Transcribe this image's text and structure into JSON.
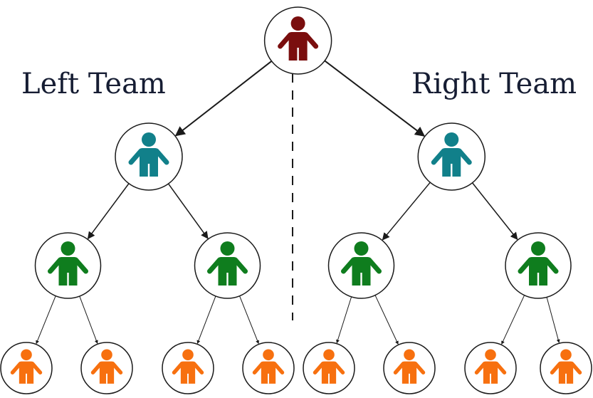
{
  "labels": {
    "left_team": "Left Team",
    "right_team": "Right Team"
  },
  "colors": {
    "leader": "#7a0e0e",
    "level2": "#11808a",
    "level3": "#0f7d1e",
    "level4": "#f7700f",
    "line": "#1a1a1a",
    "circle_stroke": "#1a1a1a",
    "label_text": "#161d33"
  },
  "icons": {
    "member": "person-icon"
  },
  "tree": {
    "name": "leader",
    "level": "leader",
    "children": [
      {
        "name": "left-team-lead",
        "level": "level2",
        "children": [
          {
            "name": "left-sub-lead-1",
            "level": "level3",
            "children": [
              {
                "name": "left-member-1",
                "level": "level4"
              },
              {
                "name": "left-member-2",
                "level": "level4"
              }
            ]
          },
          {
            "name": "left-sub-lead-2",
            "level": "level3",
            "children": [
              {
                "name": "left-member-3",
                "level": "level4"
              },
              {
                "name": "left-member-4",
                "level": "level4"
              }
            ]
          }
        ]
      },
      {
        "name": "right-team-lead",
        "level": "level2",
        "children": [
          {
            "name": "right-sub-lead-1",
            "level": "level3",
            "children": [
              {
                "name": "right-member-1",
                "level": "level4"
              },
              {
                "name": "right-member-2",
                "level": "level4"
              }
            ]
          },
          {
            "name": "right-sub-lead-2",
            "level": "level3",
            "children": [
              {
                "name": "right-member-3",
                "level": "level4"
              },
              {
                "name": "right-member-4",
                "level": "level4"
              }
            ]
          }
        ]
      }
    ]
  }
}
